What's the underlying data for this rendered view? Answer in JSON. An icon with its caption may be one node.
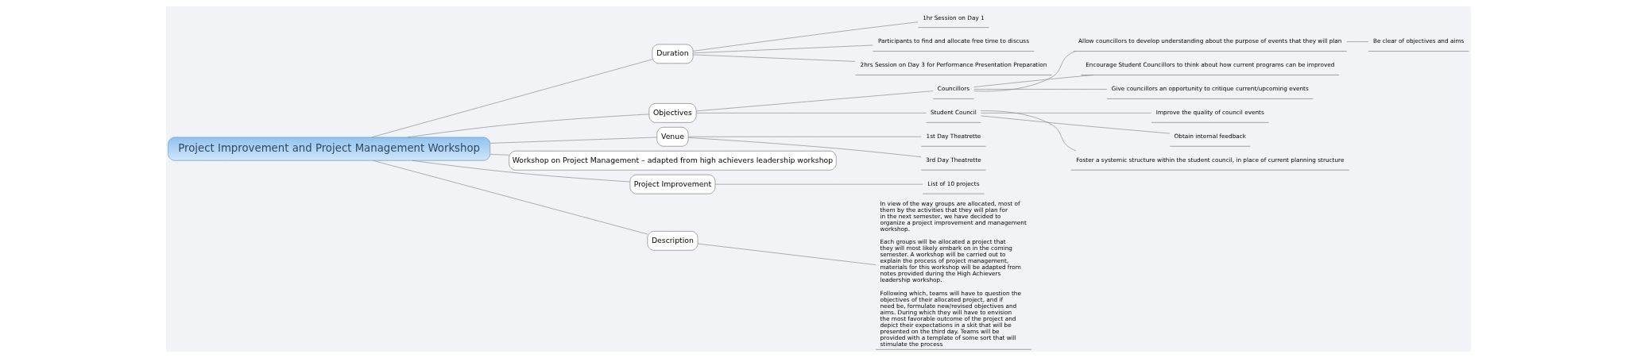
{
  "diagram": {
    "nodes": [
      {
        "text": [
          "Project Improvement and Project Management Workshop"
        ]
      },
      {
        "text": [
          "Duration"
        ]
      },
      {
        "text": [
          "1hr Session on Day 1"
        ]
      },
      {
        "text": [
          "Participants to find and allocate free time to discuss"
        ]
      },
      {
        "text": [
          "2hrs Session on Day 3 for Performance Presentation Preparation"
        ]
      },
      {
        "text": [
          "Objectives"
        ]
      },
      {
        "text": [
          "Councillors"
        ]
      },
      {
        "text": [
          "Allow councillors to develop understanding about the purpose of events that they will plan"
        ]
      },
      {
        "text": [
          "Be clear of objectives and aims"
        ]
      },
      {
        "text": [
          "Encourage Student Councillors to think about how current programs can be improved"
        ]
      },
      {
        "text": [
          "Give councillors an opportunity to critique current/upcoming events"
        ]
      },
      {
        "text": [
          "Student Council"
        ]
      },
      {
        "text": [
          "Improve the quality of council events"
        ]
      },
      {
        "text": [
          "Obtain internal feedback"
        ]
      },
      {
        "text": [
          "Foster a systemic structure within the student council, in place of current planning structure"
        ]
      },
      {
        "text": [
          "Venue"
        ]
      },
      {
        "text": [
          "1st Day Theatrette"
        ]
      },
      {
        "text": [
          "3rd Day Theatrette"
        ]
      },
      {
        "text": [
          "Workshop on Project Management – adapted from high achievers leadership workshop"
        ]
      },
      {
        "text": [
          "Project Improvement"
        ]
      },
      {
        "text": [
          "List of 10 projects"
        ]
      },
      {
        "text": [
          "Description"
        ]
      },
      {
        "text": [
          "In view of the way groups are allocated, most of them by the activities that they will plan for in the next semester, we have decided to organize a project improvement and management workshop.",
          "Each groups will be allocated a project that they will most likely embark on in the coming semester. A workshop will be carried out to explain the process of project management, materials for this workshop will be adapted from notes provided during the High Achievers leadership workshop.",
          "Following which, teams will have to question the objectives of their allocated project, and if need be, formulate new/revised objectives and aims. During which they will have to envision the most favorable outcome of the project and depict their expectations in a skit that will be presented on the third day. Teams will be provided with a template of some sort that will stimulate the process"
        ]
      }
    ],
    "edges": [
      {
        "from": 0,
        "to": 1,
        "arrow": "none"
      },
      {
        "from": 1,
        "to": 2,
        "arrow": "none"
      },
      {
        "from": 1,
        "to": 3,
        "arrow": "none"
      },
      {
        "from": 1,
        "to": 4,
        "arrow": "none"
      },
      {
        "from": 0,
        "to": 5,
        "arrow": "none"
      },
      {
        "from": 5,
        "to": 6,
        "arrow": "none"
      },
      {
        "from": 6,
        "to": 7,
        "arrow": "none"
      },
      {
        "from": 7,
        "to": 8,
        "arrow": "none"
      },
      {
        "from": 6,
        "to": 9,
        "arrow": "none"
      },
      {
        "from": 6,
        "to": 10,
        "arrow": "none"
      },
      {
        "from": 5,
        "to": 11,
        "arrow": "none"
      },
      {
        "from": 11,
        "to": 12,
        "arrow": "none"
      },
      {
        "from": 11,
        "to": 13,
        "arrow": "none"
      },
      {
        "from": 11,
        "to": 14,
        "arrow": "none"
      },
      {
        "from": 0,
        "to": 15,
        "arrow": "none"
      },
      {
        "from": 15,
        "to": 16,
        "arrow": "none"
      },
      {
        "from": 15,
        "to": 17,
        "arrow": "none"
      },
      {
        "from": 0,
        "to": 18,
        "arrow": "none"
      },
      {
        "from": 0,
        "to": 19,
        "arrow": "none"
      },
      {
        "from": 19,
        "to": 20,
        "arrow": "none"
      },
      {
        "from": 0,
        "to": 21,
        "arrow": "none"
      },
      {
        "from": 21,
        "to": 22,
        "arrow": "none"
      }
    ]
  }
}
